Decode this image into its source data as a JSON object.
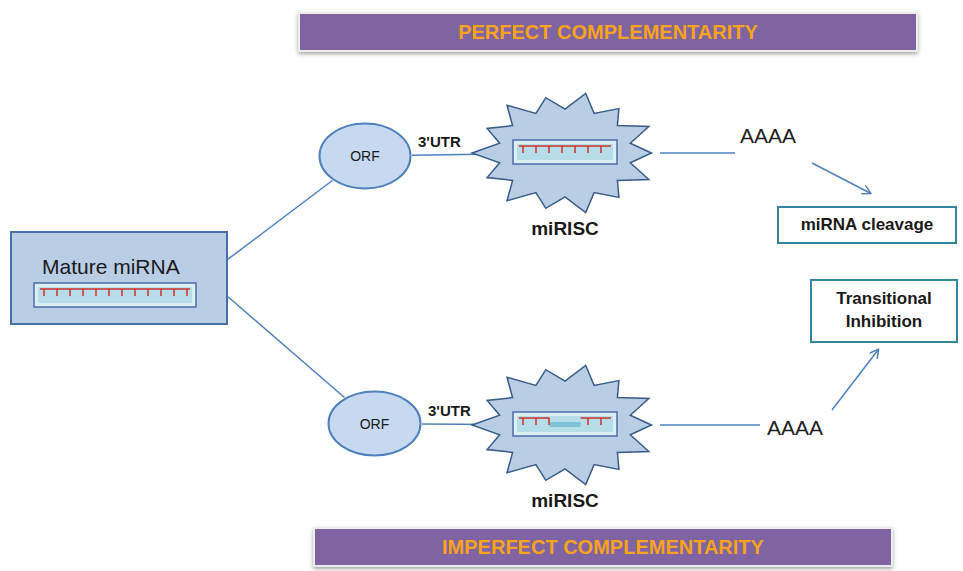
{
  "diagram": {
    "nodes": [
      {
        "text": [
          "PERFECT COMPLEMENTARITY"
        ]
      },
      {
        "text": [
          "Mature miRNA"
        ]
      },
      {
        "text": [
          "ORF"
        ]
      },
      {
        "text": [
          "miRISC"
        ]
      },
      {
        "text": [
          "miRNA cleavage"
        ]
      },
      {
        "text": [
          "ORF"
        ]
      },
      {
        "text": [
          "miRISC"
        ]
      },
      {
        "text": [
          "Transitional Inhibition"
        ]
      },
      {
        "text": [
          "IMPERFECT COMPLEMENTARITY"
        ]
      }
    ],
    "edges": [
      {
        "from": 1,
        "to": 2,
        "arrow": "none"
      },
      {
        "from": 1,
        "to": 5,
        "arrow": "none"
      },
      {
        "from": 2,
        "to": 3,
        "label": "3'UTR",
        "arrow": "none"
      },
      {
        "from": 5,
        "to": 6,
        "label": "3'UTR",
        "arrow": "none"
      }
    ],
    "labels": [
      "AAAA",
      "AAAA"
    ]
  }
}
